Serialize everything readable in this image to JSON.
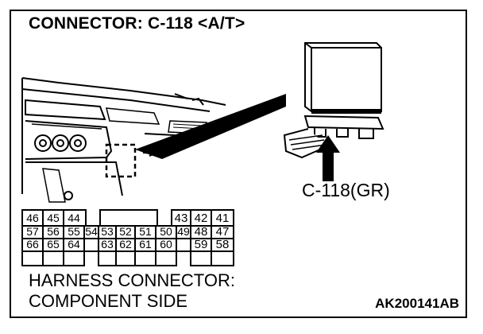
{
  "title": "CONNECTOR: C-118 <A/T>",
  "callout_label": "C-118(GR)",
  "footer_line1": "HARNESS CONNECTOR:",
  "footer_line2": "COMPONENT SIDE",
  "figure_code": "AK200141AB",
  "connector_pins": {
    "row1_left": [
      "46",
      "45",
      "44"
    ],
    "row1_right": [
      "43",
      "42",
      "41"
    ],
    "row2": [
      "57",
      "56",
      "55",
      "54",
      "53",
      "52",
      "51",
      "50",
      "49",
      "48",
      "47"
    ],
    "row3_left": [
      "66",
      "65",
      "64"
    ],
    "row3_middle": [
      "63",
      "62",
      "61",
      "60"
    ],
    "row3_right": [
      "59",
      "58"
    ]
  }
}
